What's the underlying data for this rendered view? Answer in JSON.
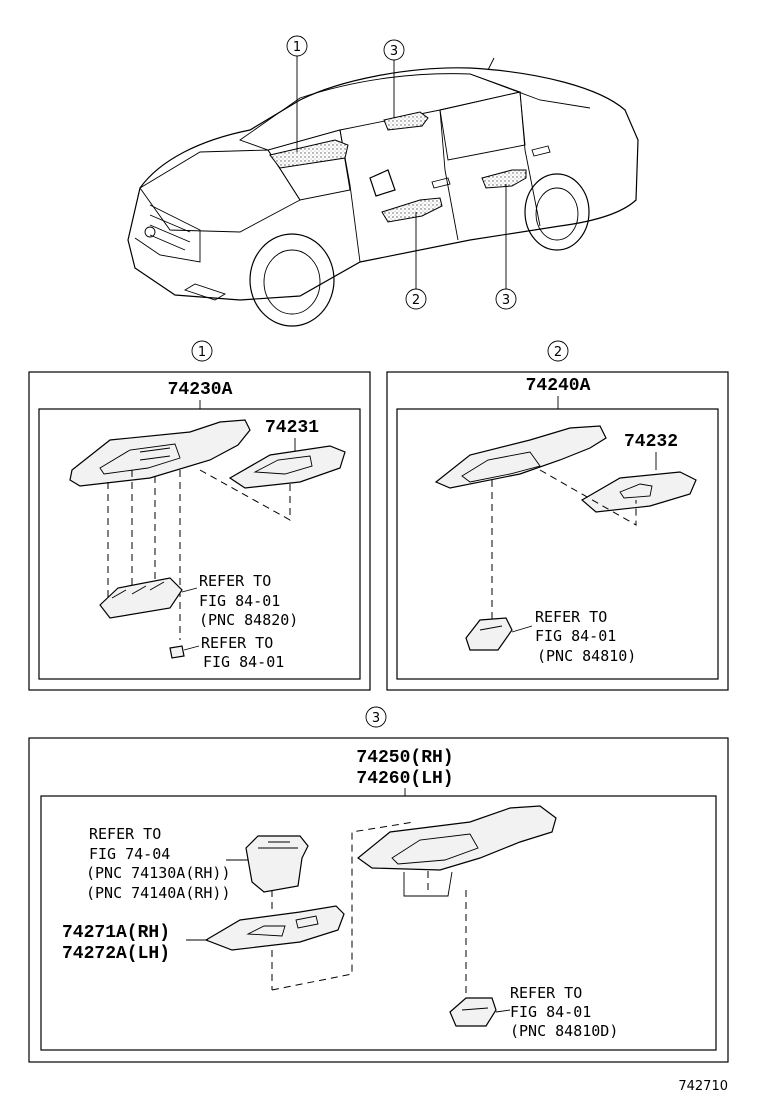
{
  "overview": {
    "callout_1": "1",
    "callout_2": "2",
    "callout_3a": "3",
    "callout_3b": "3"
  },
  "panel1": {
    "callout": "1",
    "part_number": "74230A",
    "bezel_part": "74231",
    "refer_a": [
      "REFER TO",
      "FIG 84-01",
      "(PNC 84820)"
    ],
    "refer_b": [
      "REFER TO",
      "FIG 84-01"
    ]
  },
  "panel2": {
    "callout": "2",
    "part_number": "74240A",
    "bezel_part": "74232",
    "refer": [
      "REFER TO",
      "FIG 84-01",
      "(PNC 84810)"
    ]
  },
  "panel3": {
    "callout": "3",
    "part_number_rh": "74250(RH)",
    "part_number_lh": "74260(LH)",
    "refer_top": [
      "REFER TO",
      "FIG 74-04",
      "(PNC 74130A(RH))",
      "(PNC 74140A(RH))"
    ],
    "bezel_rh": "74271A(RH)",
    "bezel_lh": "74272A(LH)",
    "refer_bottom": [
      "REFER TO",
      "FIG 84-01",
      "(PNC 84810D)"
    ]
  },
  "figure_number": "742710"
}
